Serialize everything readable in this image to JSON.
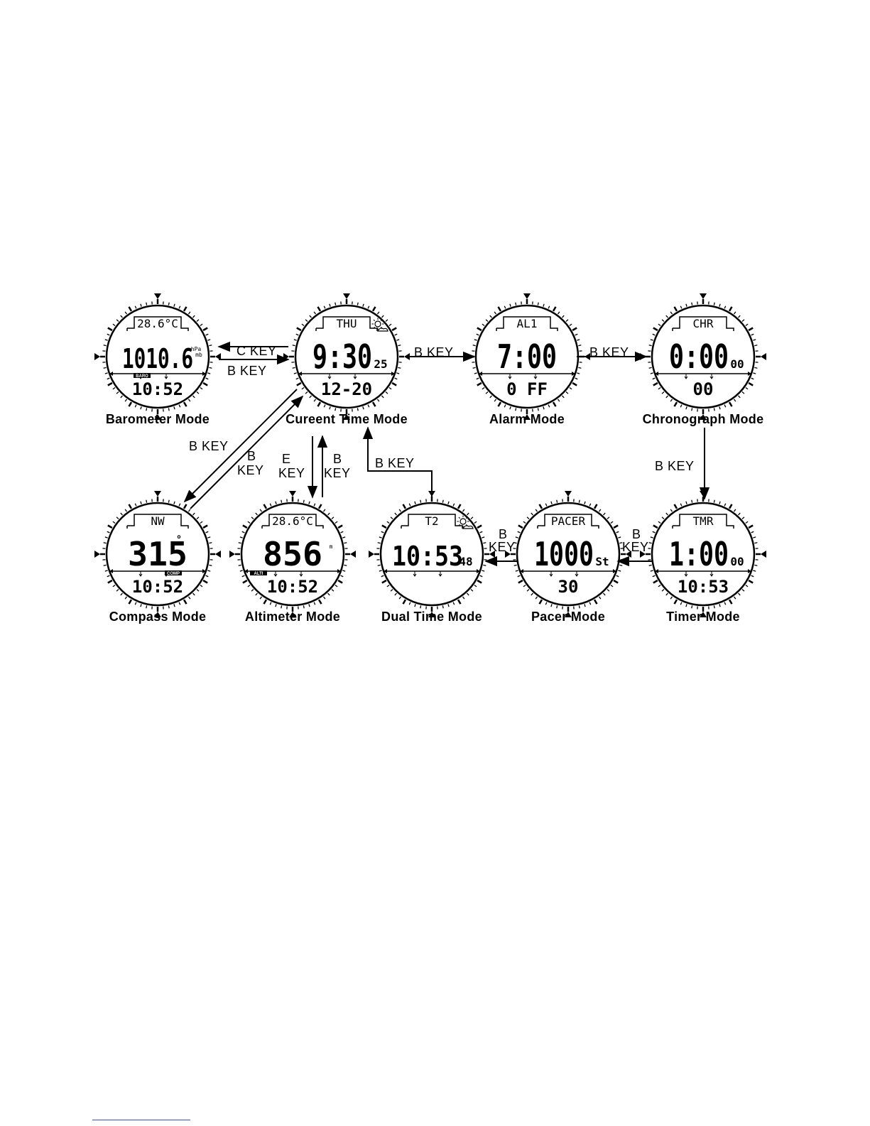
{
  "watches": [
    {
      "id": "current-time",
      "mode_label": "Cureent Time Mode",
      "top": "THU",
      "main": "9:30",
      "sub": "25",
      "bottom": "12-20",
      "weather_icon": "sun-cloud-icon"
    },
    {
      "id": "barometer",
      "mode_label": "Barometer Mode",
      "top": "28.6°C",
      "main": "1010.6",
      "unit_top": "hPa",
      "unit_bottom": "mb",
      "badge": "BARO",
      "bottom": "10:52"
    },
    {
      "id": "alarm",
      "mode_label": "Alarm Mode",
      "top": "AL1",
      "main": "7:00",
      "bottom": "0 FF"
    },
    {
      "id": "chronograph",
      "mode_label": "Chronograph Mode",
      "top": "CHR",
      "main": "0:00",
      "sub": "00",
      "bottom": "00"
    },
    {
      "id": "compass",
      "mode_label": "Compass Mode",
      "top": "NW",
      "main": "315",
      "deg": "°",
      "badge": "COMP",
      "bottom": "10:52"
    },
    {
      "id": "altimeter",
      "mode_label": "Altimeter Mode",
      "top": "28.6°C",
      "main": "856",
      "unit_top": "m",
      "badge": "ALTI",
      "bottom": "10:52"
    },
    {
      "id": "dual-time",
      "mode_label": "Dual Time Mode",
      "top": "T2",
      "main": "10:53",
      "sub": "48",
      "weather_icon": "sun-cloud-icon"
    },
    {
      "id": "pacer",
      "mode_label": "Pacer Mode",
      "top": "PACER",
      "main": "1000",
      "sub": "St",
      "bottom": "30"
    },
    {
      "id": "timer",
      "mode_label": "Timer Mode",
      "top": "TMR",
      "main": "1:00",
      "sub": "00",
      "bottom": "10:53"
    }
  ],
  "transitions": {
    "current_to_barometer": "C KEY",
    "barometer_to_current": "B KEY",
    "current_to_alarm": "B KEY",
    "alarm_to_chrono": "B KEY",
    "chrono_to_timer": "B KEY",
    "timer_to_pacer_line1": "B",
    "timer_to_pacer_line2": "KEY",
    "pacer_to_dual_line1": "B",
    "pacer_to_dual_line2": "KEY",
    "dual_to_current": "B KEY",
    "current_to_compass": "B KEY",
    "compass_to_current_line1": "B",
    "compass_to_current_line2": "KEY",
    "current_to_alti_line1": "E",
    "current_to_alti_line2": "KEY",
    "alti_to_current_line1": "B",
    "alti_to_current_line2": "KEY"
  }
}
